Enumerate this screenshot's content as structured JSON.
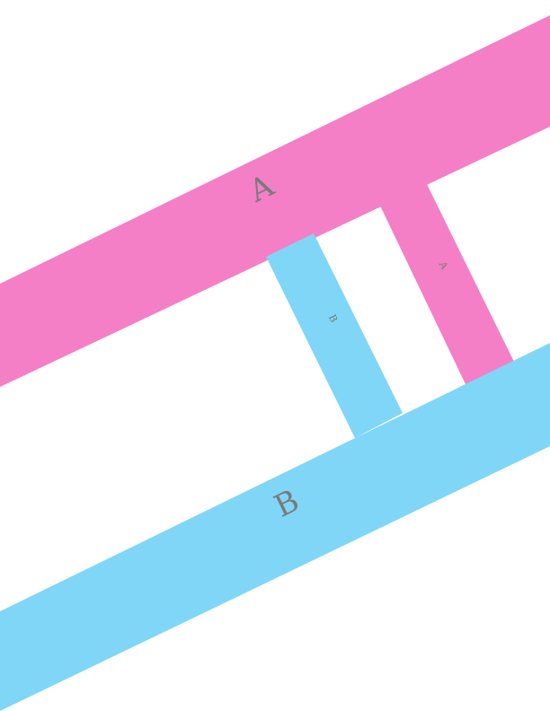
{
  "colors": {
    "band_a": "#f47fc6",
    "band_b": "#80d6f6",
    "label_text": "#7a7a7a",
    "background": "#ffffff"
  },
  "bands": {
    "big_a": {
      "label": "A"
    },
    "big_b": {
      "label": "B"
    },
    "small_a": {
      "label": "A"
    },
    "small_b": {
      "label": "B"
    }
  }
}
